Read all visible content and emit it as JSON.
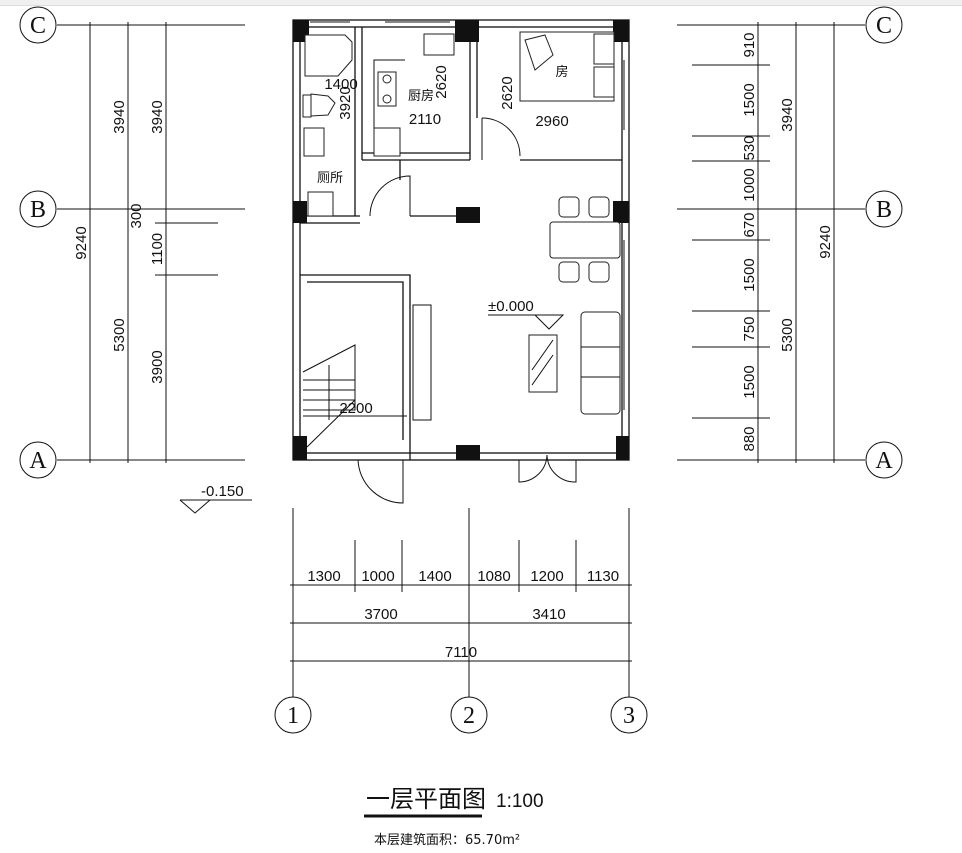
{
  "axes": {
    "rows": [
      "C",
      "B",
      "A"
    ],
    "cols": [
      "1",
      "2",
      "3"
    ]
  },
  "left_dims": {
    "total": "9240",
    "mid": [
      "3940",
      "5300"
    ],
    "inner": [
      "3940",
      "300",
      "1100",
      "3900"
    ]
  },
  "right_dims": {
    "inner": [
      "910",
      "1500",
      "530",
      "1000",
      "670",
      "1500",
      "750",
      "1500",
      "880"
    ],
    "mid": [
      "3940",
      "5300"
    ],
    "total": "9240"
  },
  "bottom_dims": {
    "segments": [
      "1300",
      "1000",
      "1400",
      "1080",
      "1200",
      "1130"
    ],
    "mid": [
      "3700",
      "3410"
    ],
    "total": "7110"
  },
  "plan_dims": {
    "bath_width": "1400",
    "bath_depth": "3920",
    "kitchen_depth": "2620",
    "kitchen_width": "2110",
    "bedroom_depth": "2620",
    "bedroom_width": "2960",
    "stair_width": "2200"
  },
  "rooms": {
    "kitchen": "厨房",
    "toilet": "厕所",
    "bedroom": "房"
  },
  "levels": {
    "indoor": "±0.000",
    "outdoor": "-0.150"
  },
  "title": {
    "name": "一层平面图",
    "scale": "1:100",
    "area": "本层建筑面积：65.70m²"
  }
}
